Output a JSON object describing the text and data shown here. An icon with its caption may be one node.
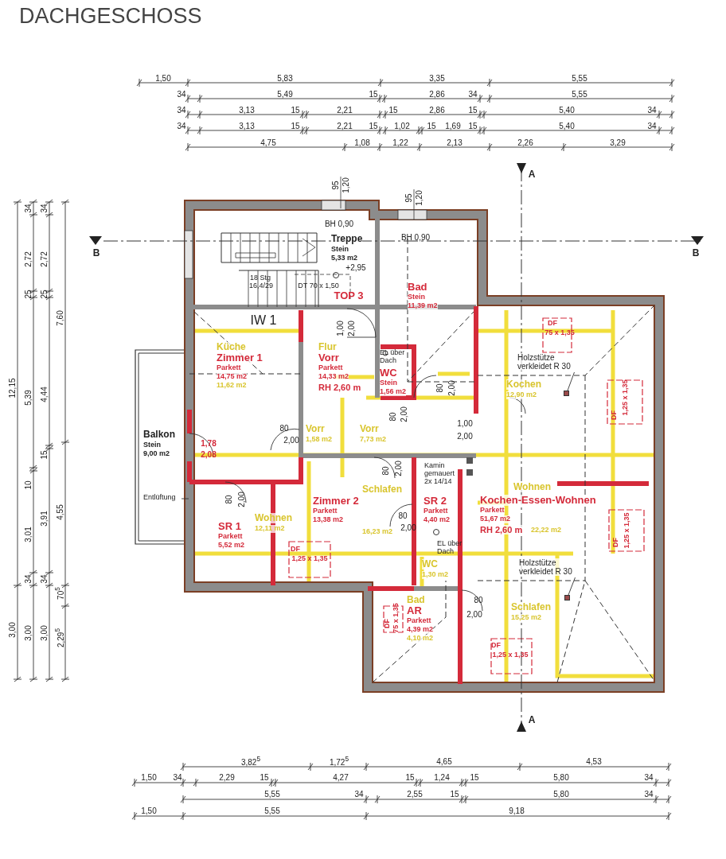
{
  "diagram": {
    "title": "DACHGESCHOSS",
    "nodes": [
      {
        "text": [
          "Treppe",
          "Stein",
          "5,33 m2"
        ]
      },
      {
        "text": [
          "Bad",
          "Stein",
          "11,39 m2"
        ]
      },
      {
        "text": [
          "Küche",
          "Zimmer 1",
          "Parkett",
          "14,75 m2",
          "11,62 m2"
        ]
      },
      {
        "text": [
          "Flur",
          "Vorr",
          "Parkett",
          "14,33 m2",
          "RH 2,60 m"
        ]
      },
      {
        "text": [
          "WC",
          "Stein",
          "1,56 m2"
        ]
      },
      {
        "text": [
          "Vorr",
          "1,58 m2"
        ]
      },
      {
        "text": [
          "Vorr",
          "7,73 m2"
        ]
      },
      {
        "text": [
          "Kochen",
          "12,90 m2"
        ]
      },
      {
        "text": [
          "Balkon",
          "Stein",
          "9,00 m2"
        ]
      },
      {
        "text": [
          "Schlafen",
          "16,23 m2"
        ]
      },
      {
        "text": [
          "Wohnen",
          "12,11 m2"
        ]
      },
      {
        "text": [
          "SR 1",
          "Parkett",
          "5,52 m2"
        ]
      },
      {
        "text": [
          "Zimmer 2",
          "Parkett",
          "13,38 m2"
        ]
      },
      {
        "text": [
          "SR 2",
          "Parkett",
          "4,40 m2"
        ]
      },
      {
        "text": [
          "Wohnen",
          "Kochen-Essen-Wohnen",
          "Parkett",
          "51,67 m2",
          "RH 2,60 m",
          "22,22 m2"
        ]
      },
      {
        "text": [
          "WC",
          "1,30 m2"
        ]
      },
      {
        "text": [
          "Bad",
          "AR",
          "Parkett",
          "4,39 m2",
          "4,10 m2"
        ]
      },
      {
        "text": [
          "Schlafen",
          "15,25 m2"
        ]
      },
      {
        "text": [
          "Holzstütze verkleidet R 30"
        ]
      },
      {
        "text": [],
        "shape": "box"
      },
      {
        "text": [
          "Holzstütze verkleidet R 30"
        ]
      },
      {
        "text": [],
        "shape": "box"
      },
      {
        "text": [
          "Entlüftung"
        ]
      }
    ],
    "edges": [
      {
        "from": 18,
        "to": 19,
        "arrow": "none"
      },
      {
        "from": 20,
        "to": 21,
        "arrow": "none"
      },
      {
        "from": 22,
        "to": null,
        "arrow": "none"
      }
    ],
    "labels": [
      "1,50",
      "5,83",
      "3,35",
      "5,55",
      "34",
      "5,49",
      "15",
      "2,86",
      "34",
      "5,55",
      "34",
      "3,13",
      "15",
      "2,21",
      "15",
      "2,86",
      "15",
      "5,40",
      "34",
      "34",
      "3,13",
      "15",
      "2,21",
      "15",
      "1,02",
      "15",
      "1,69",
      "15",
      "5,40",
      "34",
      "4,75",
      "1,08",
      "1,22",
      "2,13",
      "2,26",
      "3,29",
      "12,15",
      "3,00",
      "34",
      "2,72",
      "25",
      "5,39",
      "10",
      "3,01",
      "34",
      "3,00",
      "34",
      "2,72",
      "25",
      "4,44",
      "15",
      "3,91",
      "34",
      "3,00",
      "7,60",
      "4,55",
      "70$^{5}$",
      "2,29$^{5}$",
      "3,82$^{5}$",
      "1,72$^{5}$",
      "4,65",
      "4,53",
      "1,50",
      "34",
      "2,29",
      "15",
      "4,27",
      "15",
      "1,24",
      "15",
      "5,80",
      "34",
      "5,55",
      "34",
      "2,55",
      "15",
      "5,80",
      "34",
      "1,50",
      "5,55",
      "9,18",
      "A",
      "B",
      "B",
      "A",
      "95",
      "1,20",
      "95",
      "1,20",
      "BH 0,90",
      "BH 0,90",
      "+2,95",
      "18 Stg",
      "16,4/29",
      "DT 70 x 1,50",
      "TOP 3",
      "IW 1",
      "1,00",
      "2,00",
      "EL über Dach",
      "80",
      "2,00",
      "DF",
      "75 x 1,35",
      "DF",
      "1,25 x 1,35",
      "80",
      "2,00",
      "1,00",
      "2,00",
      "80",
      "2,00",
      "1,78",
      "2,08",
      "80",
      "2,00",
      "80",
      "2,00",
      "Kamin gemauert 2x 14/14",
      "80",
      "2,00",
      "EL über Dach",
      "DF",
      "1,25 x 1,35",
      "DF",
      "1,25 x 1,35",
      "DF",
      "75 x 1,35",
      "80",
      "2,00",
      "DF",
      "1,25 x 1,35"
    ]
  }
}
